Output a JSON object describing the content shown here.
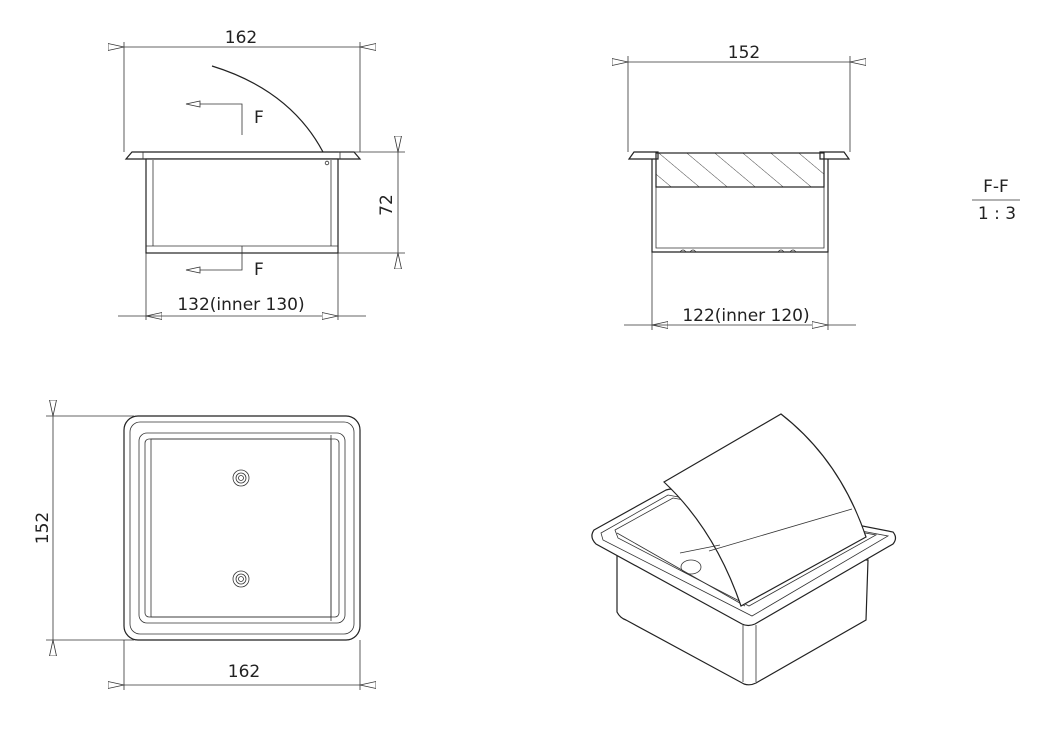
{
  "front_view": {
    "width_label": "162",
    "height_label": "72",
    "body_width_label": "132(inner 130)",
    "section_label_top": "F",
    "section_label_bottom": "F"
  },
  "section_view": {
    "width_label": "152",
    "body_width_label": "122(inner 120)",
    "section_name": "F-F",
    "scale": "1 : 3"
  },
  "top_view": {
    "height_label": "152",
    "width_label": "162"
  }
}
